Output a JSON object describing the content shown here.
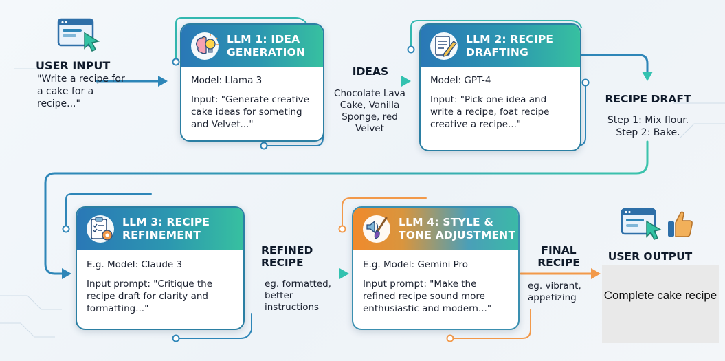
{
  "user_input": {
    "title": "USER INPUT",
    "text": "\"Write a recipe for a cake for a recipe...\""
  },
  "llm1": {
    "title_line1": "LLM 1: IDEA",
    "title_line2": "GENERATION",
    "icon": "brain-lightbulb-icon",
    "model": "Model: Llama 3",
    "input": "Input: \"Generate creative cake ideas for someting and Velvet...\""
  },
  "ideas": {
    "label": "IDEAS",
    "text": "Chocolate Lava Cake, Vanilla Sponge, red Velvet"
  },
  "llm2": {
    "title_line1": "LLM 2: RECIPE",
    "title_line2": "DRAFTING",
    "icon": "document-pen-icon",
    "model": "Model: GPT-4",
    "input": "Input: \"Pick one idea and write a recipe, foat recipe creative a recipe...\""
  },
  "recipe_draft": {
    "label": "RECIPE DRAFT",
    "step1": "Step 1: Mix flour.",
    "step2": "Step 2: Bake."
  },
  "llm3": {
    "title_line1": "LLM 3: RECIPE",
    "title_line2": "REFINEMENT",
    "icon": "clipboard-gear-icon",
    "model": "E.g. Model: Claude 3",
    "input": "Input prompt: \"Critique the recipe draft for clarity and formatting...\""
  },
  "refined": {
    "label_line1": "REFINED",
    "label_line2": "RECIPE",
    "text": "eg. formatted, better instructions"
  },
  "llm4": {
    "title_line1": "LLM 4: STYLE &",
    "title_line2": "TONE ADJUSTMENT",
    "icon": "brush-speaker-icon",
    "model": "E.g. Model: Gemini Pro",
    "input": "Input prompt: \"Make the refined recipe sound more enthusiastic and modern...\""
  },
  "final": {
    "label_line1": "FINAL",
    "label_line2": "RECIPE",
    "text": "eg. vibrant, appetizing"
  },
  "user_output": {
    "title": "USER OUTPUT",
    "box_text": "Complete cake recipe"
  },
  "colors": {
    "flow_blue": "#2e86b8",
    "flow_teal": "#33c2b0",
    "accent_orange": "#f2994a"
  }
}
